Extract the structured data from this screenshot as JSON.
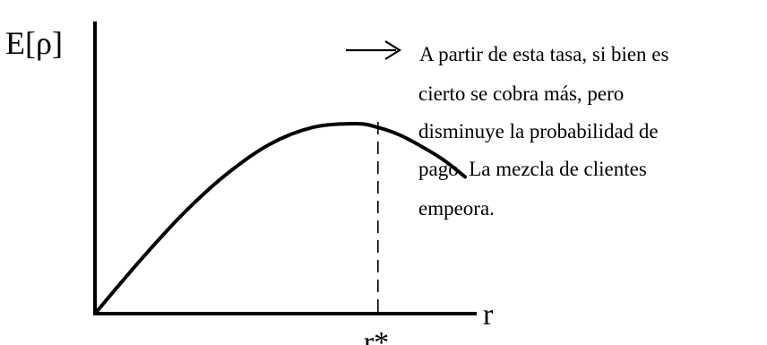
{
  "chart_data": {
    "type": "line",
    "title": "",
    "ylabel": "E[ρ]",
    "xlabel": "r",
    "xlim": [
      0,
      1
    ],
    "ylim": [
      0,
      1
    ],
    "grid": false,
    "legend": "none",
    "x": [
      0.0,
      0.1,
      0.2,
      0.3,
      0.4,
      0.5,
      0.6,
      0.65,
      0.7,
      0.75,
      0.8,
      0.85
    ],
    "series": [
      {
        "values": [
          0.0,
          0.27,
          0.52,
          0.73,
          0.89,
          0.98,
          1.0,
          0.98,
          0.94,
          0.88,
          0.81,
          0.72
        ]
      }
    ],
    "marker": {
      "x": 0.65,
      "label": "r*",
      "style": "dashed"
    },
    "annotation": {
      "arrow": "→",
      "lines": [
        "A partir de esta tasa, si bien es",
        "cierto se cobra más, pero",
        "disminuye la probabilidad de",
        "pago.  La mezcla de clientes",
        "empeora."
      ]
    },
    "colors": {
      "line": "#000000",
      "background": "#ffffff"
    }
  }
}
